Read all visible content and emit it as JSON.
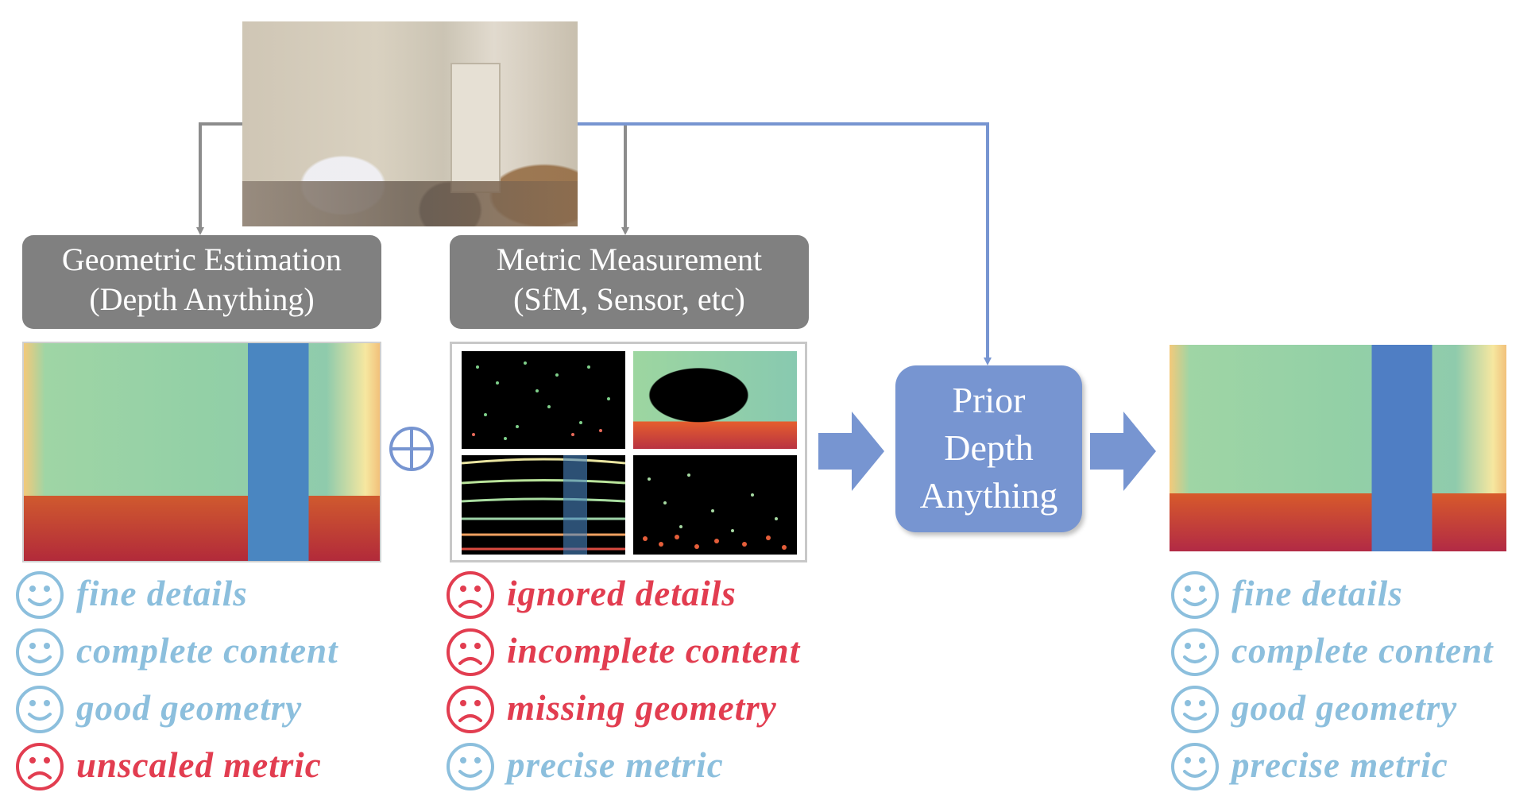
{
  "colors": {
    "arrow_gray": "#8c8c8c",
    "arrow_blue": "#7795d1",
    "label_gray": "#808080",
    "good": "#8cbfdd",
    "bad": "#e23d50"
  },
  "input_image": "rgb-room-photo",
  "geometric": {
    "line1": "Geometric Estimation",
    "line2": "(Depth Anything)"
  },
  "metric": {
    "line1": "Metric Measurement",
    "line2": "(SfM, Sensor, etc)"
  },
  "combine_symbol": "⊕",
  "prior": {
    "line1": "Prior",
    "line2": "Depth",
    "line3": "Anything"
  },
  "geometric_list": [
    {
      "text": "fine details",
      "sentiment": "good"
    },
    {
      "text": "complete content",
      "sentiment": "good"
    },
    {
      "text": "good geometry",
      "sentiment": "good"
    },
    {
      "text": "unscaled metric",
      "sentiment": "bad"
    }
  ],
  "metric_list": [
    {
      "text": "ignored details",
      "sentiment": "bad"
    },
    {
      "text": "incomplete content",
      "sentiment": "bad"
    },
    {
      "text": "missing geometry",
      "sentiment": "bad"
    },
    {
      "text": "precise metric",
      "sentiment": "good"
    }
  ],
  "output_list": [
    {
      "text": "fine details",
      "sentiment": "good"
    },
    {
      "text": "complete content",
      "sentiment": "good"
    },
    {
      "text": "good geometry",
      "sentiment": "good"
    },
    {
      "text": "precise metric",
      "sentiment": "good"
    }
  ]
}
